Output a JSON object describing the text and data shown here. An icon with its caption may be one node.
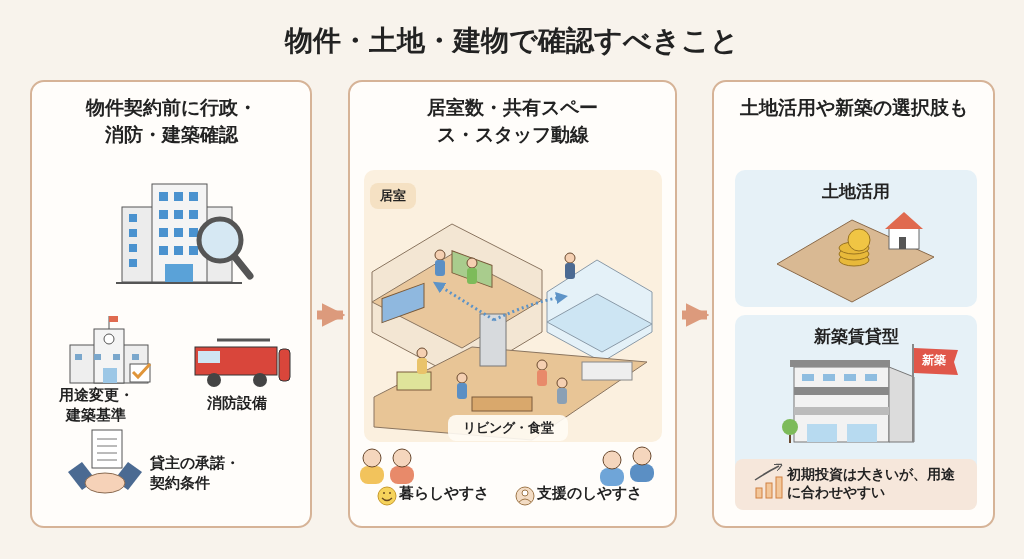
{
  "diagram": {
    "title": "物件・土地・建物で確認すべきこと",
    "nodes": [
      {
        "text": [
          "物件契約前に行政・消防・建築確認"
        ]
      },
      {
        "text": [
          "居室数・共有スペース・スタッフ動線"
        ]
      },
      {
        "text": [
          "居室"
        ],
        "in": 1
      },
      {
        "text": [
          "リビング・食堂"
        ],
        "in": 1
      },
      {
        "text": [
          "土地活用や新築の選択肢も"
        ]
      },
      {
        "text": [
          "土地活用"
        ],
        "in": 4
      },
      {
        "text": [
          "新築賃貸型"
        ],
        "in": 4
      },
      {
        "text": [
          "初期投資は大きいが、用途に合わせやすい"
        ],
        "in": 6
      }
    ],
    "edges": [
      {
        "from": 0,
        "to": 1,
        "arrow": "to"
      },
      {
        "from": 1,
        "to": 4,
        "arrow": "to"
      }
    ],
    "labels": [
      "用途変更・建築基準",
      "消防設備",
      "貸主の承諾・契約条件",
      "暮らしやすさ",
      "支援のしやすさ",
      "新築"
    ]
  }
}
